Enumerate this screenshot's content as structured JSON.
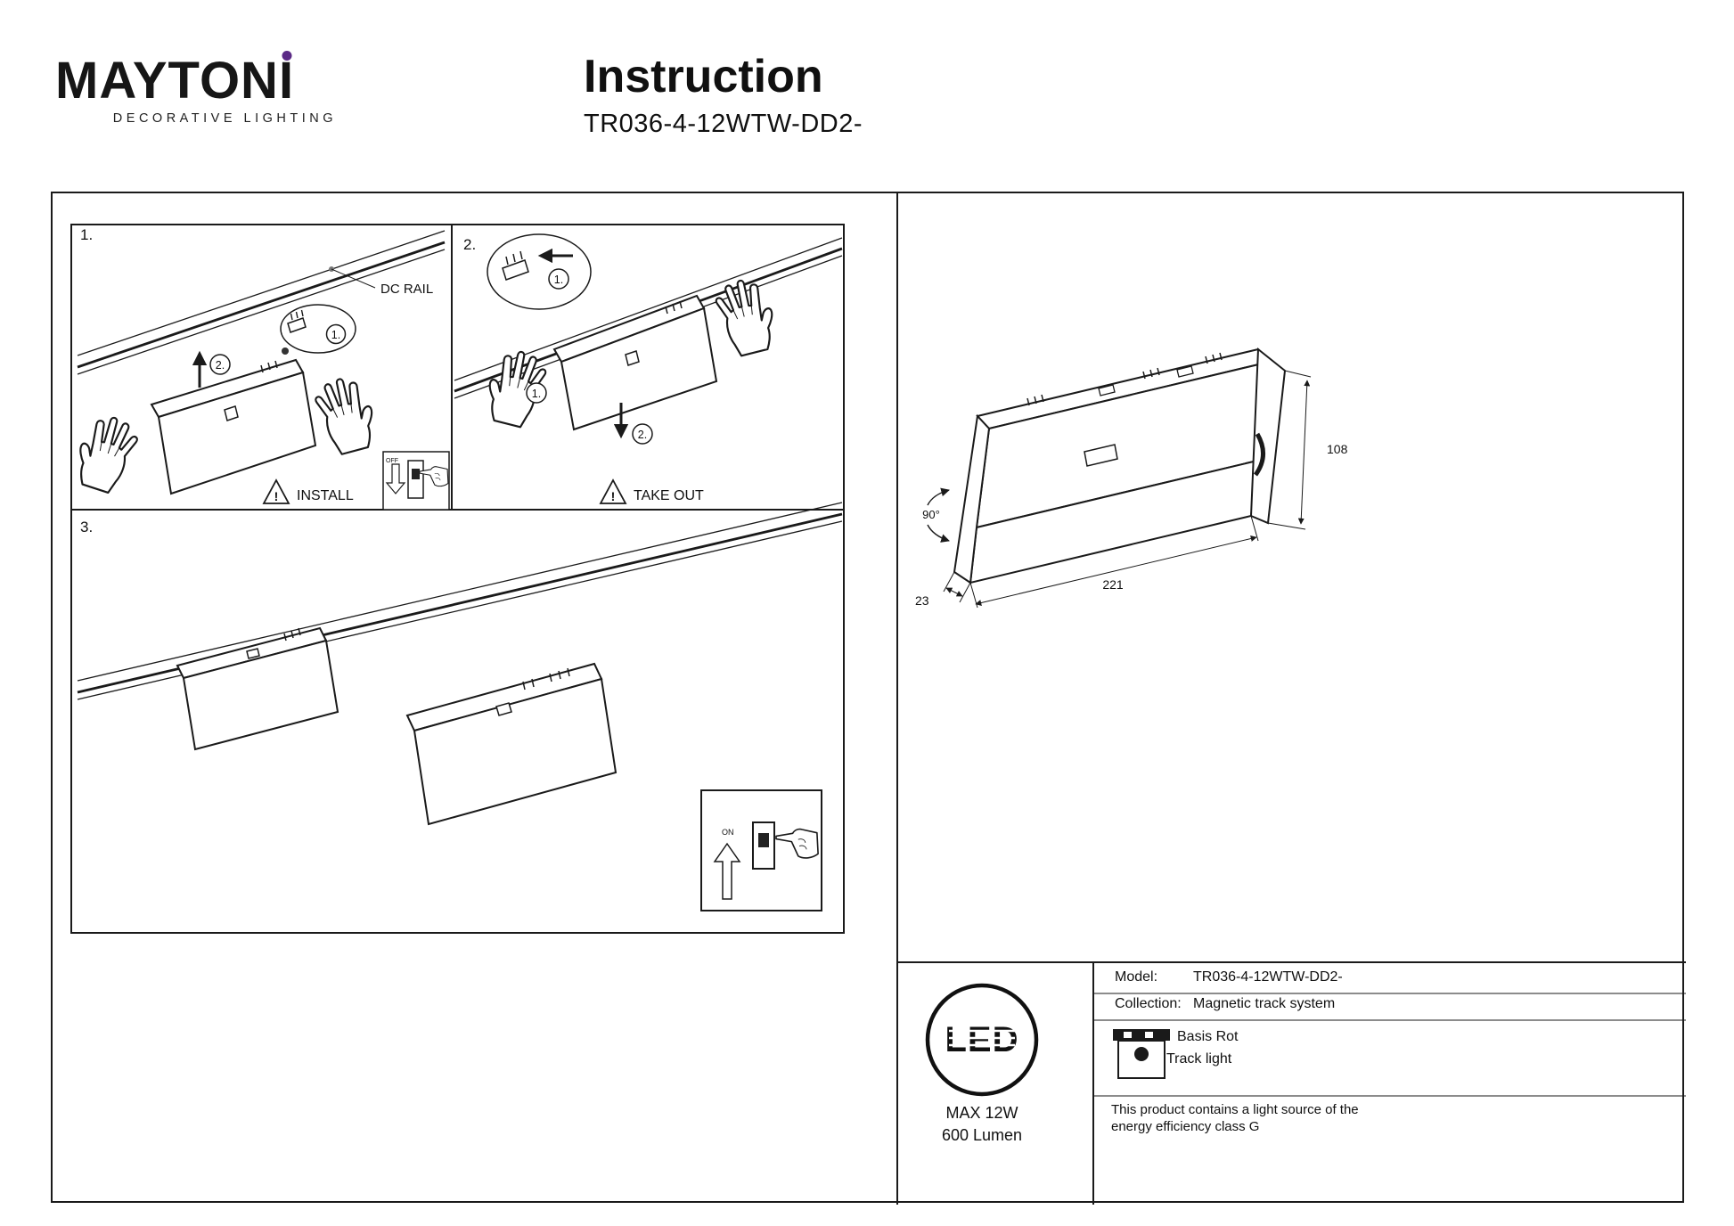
{
  "brand": {
    "logo_main": "MAYTON",
    "logo_i": "I",
    "logo_sub": "DECORATIVE LIGHTING",
    "accent_color": "#5b2a86"
  },
  "header": {
    "title": "Instruction",
    "model": "TR036-4-12WTW-DD2-"
  },
  "steps": {
    "one": "1.",
    "two": "2."
  },
  "figures": {
    "fig1": {
      "label": "1.",
      "rail_label": "DC RAIL",
      "caption": "INSTALL"
    },
    "fig2": {
      "label": "2.",
      "caption": "TAKE OUT"
    },
    "fig3": {
      "label": "3."
    },
    "warning_mark": "!",
    "switch_off": "OFF",
    "switch_on": "ON"
  },
  "dimensions": {
    "height": "108",
    "length": "221",
    "depth": "23",
    "angle": "90°"
  },
  "specs": {
    "led": "LED",
    "max_power": "MAX 12W",
    "luminous_flux": "600 Lumen",
    "model_label": "Model:",
    "model_value": "TR036-4-12WTW-DD2-",
    "collection_label": "Collection:",
    "collection_value": "Magnetic track system",
    "base_type": "Basis Rot",
    "product_type": "Track light",
    "energy_note_line1": "This product contains a light source of the",
    "energy_note_line2": "energy efficiency class G"
  }
}
